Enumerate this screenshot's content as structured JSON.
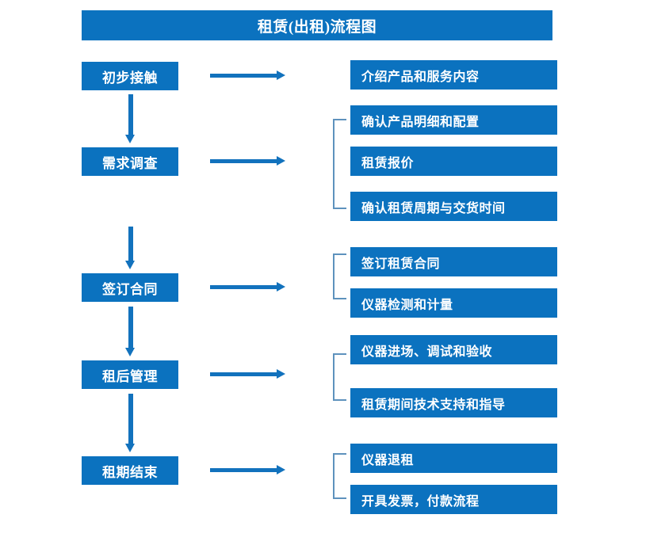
{
  "chart_data": {
    "type": "diagram",
    "title": "租赁(出租)流程图",
    "stages": [
      {
        "label": "初步接触",
        "details": [
          "介绍产品和服务内容"
        ],
        "bracketed": false
      },
      {
        "label": "需求调查",
        "details": [
          "确认产品明细和配置",
          "租赁报价",
          "确认租赁周期与交货时间"
        ],
        "bracketed": true
      },
      {
        "label": "签订合同",
        "details": [
          "签订租赁合同",
          "仪器检测和计量"
        ],
        "bracketed": true
      },
      {
        "label": "租后管理",
        "details": [
          "仪器进场、调试和验收",
          "租赁期间技术支持和指导"
        ],
        "bracketed": true
      },
      {
        "label": "租期结束",
        "details": [
          "仪器退租",
          "开具发票，付款流程"
        ],
        "bracketed": true
      }
    ]
  },
  "header": {
    "title": "租赁(出租)流程图"
  },
  "stages": [
    {
      "label": "初步接触"
    },
    {
      "label": "需求调查"
    },
    {
      "label": "签订合同"
    },
    {
      "label": "租后管理"
    },
    {
      "label": "租期结束"
    }
  ],
  "details": {
    "group1": [
      {
        "label": "介绍产品和服务内容"
      }
    ],
    "group2": [
      {
        "label": "确认产品明细和配置"
      },
      {
        "label": "租赁报价"
      },
      {
        "label": "确认租赁周期与交货时间"
      }
    ],
    "group3": [
      {
        "label": "签订租赁合同"
      },
      {
        "label": "仪器检测和计量"
      }
    ],
    "group4": [
      {
        "label": "仪器进场、调试和验收"
      },
      {
        "label": "租赁期间技术支持和指导"
      }
    ],
    "group5": [
      {
        "label": "仪器退租"
      },
      {
        "label": "开具发票，付款流程"
      }
    ]
  },
  "colors": {
    "box_fill": "#0b72bf",
    "box_text": "#ffffff",
    "arrow": "#1272bd",
    "bracket": "#5e92bd",
    "background": "#ffffff"
  }
}
